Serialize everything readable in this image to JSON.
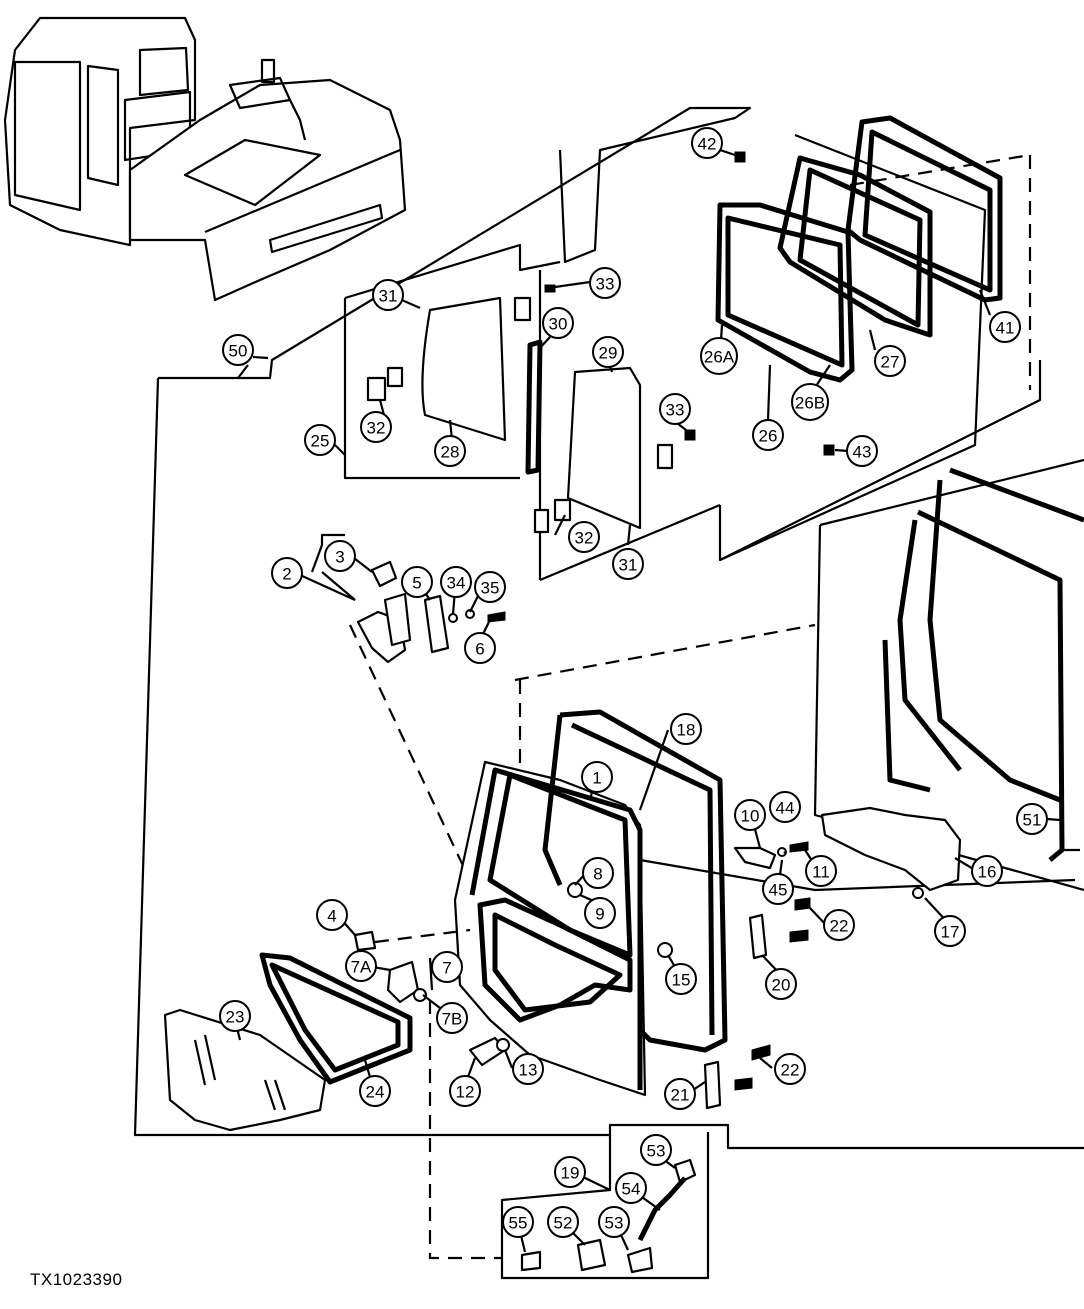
{
  "figure_id": "TX1023390",
  "callouts": [
    {
      "id": "c-1",
      "label": "1"
    },
    {
      "id": "c-2",
      "label": "2"
    },
    {
      "id": "c-3",
      "label": "3"
    },
    {
      "id": "c-4",
      "label": "4"
    },
    {
      "id": "c-5",
      "label": "5"
    },
    {
      "id": "c-6",
      "label": "6"
    },
    {
      "id": "c-7",
      "label": "7"
    },
    {
      "id": "c-7A",
      "label": "7A"
    },
    {
      "id": "c-7B",
      "label": "7B"
    },
    {
      "id": "c-8",
      "label": "8"
    },
    {
      "id": "c-9",
      "label": "9"
    },
    {
      "id": "c-10",
      "label": "10"
    },
    {
      "id": "c-11",
      "label": "11"
    },
    {
      "id": "c-12",
      "label": "12"
    },
    {
      "id": "c-13",
      "label": "13"
    },
    {
      "id": "c-15",
      "label": "15"
    },
    {
      "id": "c-16",
      "label": "16"
    },
    {
      "id": "c-17",
      "label": "17"
    },
    {
      "id": "c-18",
      "label": "18"
    },
    {
      "id": "c-19",
      "label": "19"
    },
    {
      "id": "c-20",
      "label": "20"
    },
    {
      "id": "c-21",
      "label": "21"
    },
    {
      "id": "c-22a",
      "label": "22"
    },
    {
      "id": "c-22b",
      "label": "22"
    },
    {
      "id": "c-23",
      "label": "23"
    },
    {
      "id": "c-24",
      "label": "24"
    },
    {
      "id": "c-25",
      "label": "25"
    },
    {
      "id": "c-26",
      "label": "26"
    },
    {
      "id": "c-26A",
      "label": "26A"
    },
    {
      "id": "c-26B",
      "label": "26B"
    },
    {
      "id": "c-27",
      "label": "27"
    },
    {
      "id": "c-28",
      "label": "28"
    },
    {
      "id": "c-29",
      "label": "29"
    },
    {
      "id": "c-30",
      "label": "30"
    },
    {
      "id": "c-31a",
      "label": "31"
    },
    {
      "id": "c-31b",
      "label": "31"
    },
    {
      "id": "c-32a",
      "label": "32"
    },
    {
      "id": "c-32b",
      "label": "32"
    },
    {
      "id": "c-33a",
      "label": "33"
    },
    {
      "id": "c-33b",
      "label": "33"
    },
    {
      "id": "c-34",
      "label": "34"
    },
    {
      "id": "c-35",
      "label": "35"
    },
    {
      "id": "c-41",
      "label": "41"
    },
    {
      "id": "c-42",
      "label": "42"
    },
    {
      "id": "c-43",
      "label": "43"
    },
    {
      "id": "c-44",
      "label": "44"
    },
    {
      "id": "c-45",
      "label": "45"
    },
    {
      "id": "c-50",
      "label": "50"
    },
    {
      "id": "c-51",
      "label": "51"
    },
    {
      "id": "c-52",
      "label": "52"
    },
    {
      "id": "c-53a",
      "label": "53"
    },
    {
      "id": "c-53b",
      "label": "53"
    },
    {
      "id": "c-54",
      "label": "54"
    },
    {
      "id": "c-55",
      "label": "55"
    }
  ]
}
